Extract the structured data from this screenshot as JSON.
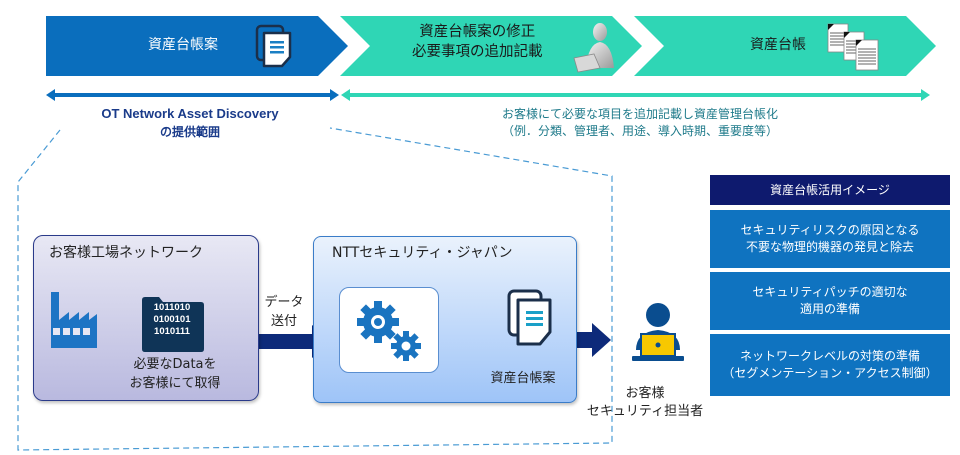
{
  "process_steps": [
    {
      "label_lines": [
        "資産台帳案"
      ],
      "icon": "document-copy-icon",
      "color": "#0a6ebd"
    },
    {
      "label_lines": [
        "資産台帳案の修正",
        "必要事項の追加記載"
      ],
      "icon": "person-at-laptop-icon",
      "color": "#2fd6b5"
    },
    {
      "label_lines": [
        "資産台帳"
      ],
      "icon": "document-stack-icon",
      "color": "#2fd6b5"
    }
  ],
  "scope": {
    "provider_line1": "OT Network Asset Discovery",
    "provider_line2": "の提供範囲",
    "customer_line1": "お客様にて必要な項目を追加記載し資産管理台帳化",
    "customer_line2": "（例．分類、管理者、用途、導入時期、重要度等）"
  },
  "factory_box": {
    "title": "お客様工場ネットワーク",
    "binary_lines": [
      "1011010",
      "0100101",
      "1010111"
    ],
    "caption_line1": "必要なDataを",
    "caption_line2": "お客様にて取得"
  },
  "transfer": {
    "line1": "データ",
    "line2": "送付"
  },
  "ntt_box": {
    "title": "NTTセキュリティ・ジャパン",
    "draft_caption": "資産台帳案"
  },
  "officer": {
    "line1": "お客様",
    "line2": "セキュリティ担当者"
  },
  "usage_panel": {
    "header": "資産台帳活用イメージ",
    "items": [
      {
        "line1": "セキュリティリスクの原因となる",
        "line2": "不要な物理的機器の発見と除去"
      },
      {
        "line1": "セキュリティパッチの適切な",
        "line2": "適用の準備"
      },
      {
        "line1": "ネットワークレベルの対策の準備",
        "line2": "（セグメンテーション・アクセス制御）"
      }
    ]
  },
  "colors": {
    "primary_blue": "#0a6ebd",
    "teal": "#2fd6b5",
    "navy": "#0e1a6e",
    "usage_item": "#0f73c0",
    "arrow_navy": "#0d2a7a"
  }
}
